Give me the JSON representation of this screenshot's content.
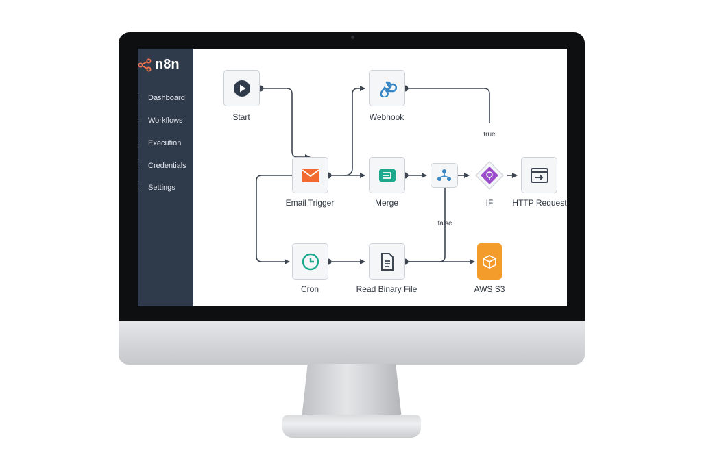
{
  "app": {
    "name": "n8n"
  },
  "sidebar": {
    "items": [
      {
        "label": "Dashboard"
      },
      {
        "label": "Workflows"
      },
      {
        "label": "Execution"
      },
      {
        "label": "Credentials"
      },
      {
        "label": "Settings"
      }
    ]
  },
  "workflow": {
    "nodes": {
      "start": {
        "label": "Start",
        "icon": "play-icon"
      },
      "webhook": {
        "label": "Webhook",
        "icon": "webhook-icon"
      },
      "email_trigger": {
        "label": "Email Trigger",
        "icon": "envelope-icon"
      },
      "merge": {
        "label": "Merge",
        "icon": "merge-icon"
      },
      "switch": {
        "icon": "split-icon"
      },
      "if": {
        "label": "IF",
        "icon": "if-icon"
      },
      "http_request": {
        "label": "HTTP Request",
        "icon": "http-window-icon"
      },
      "cron": {
        "label": "Cron",
        "icon": "clock-icon"
      },
      "read_binary_file": {
        "label": "Read Binary File",
        "icon": "file-icon"
      },
      "aws_s3": {
        "label": "AWS S3",
        "icon": "aws-box-icon"
      }
    },
    "edge_labels": {
      "true": "true",
      "false": "false"
    }
  },
  "colors": {
    "sidebar": "#2f3a4b",
    "brand": "#ea4b71",
    "email": "#f26a30",
    "teal": "#1aa98c",
    "webhook": "#3a87c4",
    "if": "#9b4dca",
    "aws": "#f39c2c",
    "edge": "#3c4550"
  }
}
